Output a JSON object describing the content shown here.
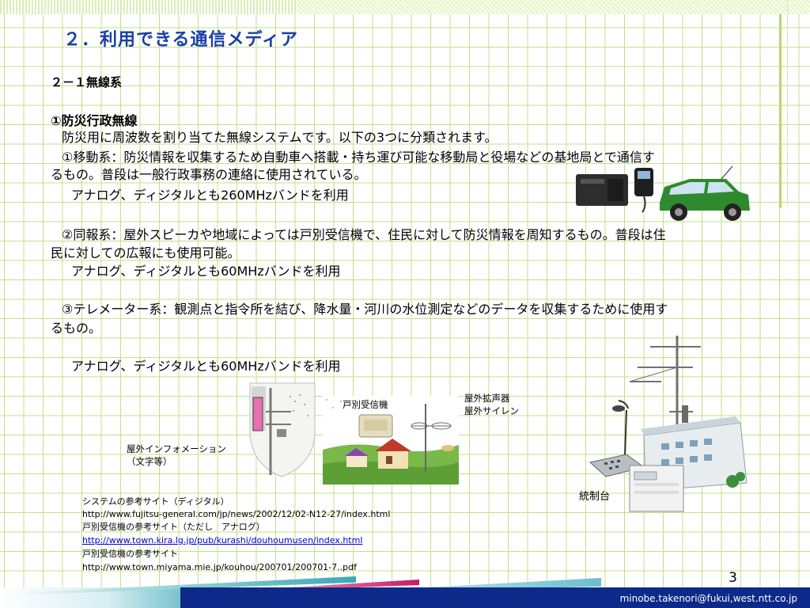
{
  "title": "２．利用できる通信メディア",
  "section_heading": "２－１無線系",
  "sub_heading": "①防災行政無線",
  "intro": "防災用に周波数を割り当てた無線システムです。以下の3つに分類されます。",
  "items": [
    {
      "line1": "①移動系：防災情報を収集するため自動車へ搭載・持ち運び可能な移動局と役場などの基地局とで通信す",
      "line2": "るもの。普段は一般行政事務の連絡に使用されている。",
      "band": "アナログ、ディジタルとも260MHzバンドを利用"
    },
    {
      "line1": "②同報系：屋外スピーカや地域によっては戸別受信機で、住民に対して防災情報を周知するもの。普段は住",
      "line2": "民に対しての広報にも使用可能。",
      "band": "アナログ、ディジタルとも60MHzバンドを利用"
    },
    {
      "line1": "③テレメーター系：観測点と指令所を結び、降水量・河川の水位測定などのデータを収集するために使用す",
      "line2": "るもの。",
      "band": "アナログ、ディジタルとも60MHzバンドを利用"
    }
  ],
  "captions": {
    "info_board_1": "屋外インフォメーション",
    "info_board_2": "（文字等）",
    "home_receiver": "戸別受信機",
    "outdoor_speaker_1": "屋外拡声器",
    "outdoor_speaker_2": "屋外サイレン",
    "control_console": "統制台"
  },
  "references": [
    {
      "text": "システムの参考サイト（ディジタル）",
      "is_link": false
    },
    {
      "text": "http://www.fujitsu-general.com/jp/news/2002/12/02-N12-27/index.html",
      "is_link": false
    },
    {
      "text": "戸別受信機の参考サイト（ただし　アナログ）",
      "is_link": false
    },
    {
      "text": "http://www.town.kira.lg.jp/pub/kurashi/douhoumusen/index.html",
      "is_link": true
    },
    {
      "text": "戸別受信機の参考サイト",
      "is_link": false
    },
    {
      "text": "http://www.town.miyama.mie.jp/kouhou/200701/200701-7..pdf",
      "is_link": false
    }
  ],
  "page_number": "3",
  "footer_email": "minobe.takenori@fukui,west.ntt.co.jp",
  "colors": {
    "title": "#1a3fa6",
    "grid": "#c2e08a",
    "footer": "#0d2a8a",
    "link": "#0000cc"
  }
}
